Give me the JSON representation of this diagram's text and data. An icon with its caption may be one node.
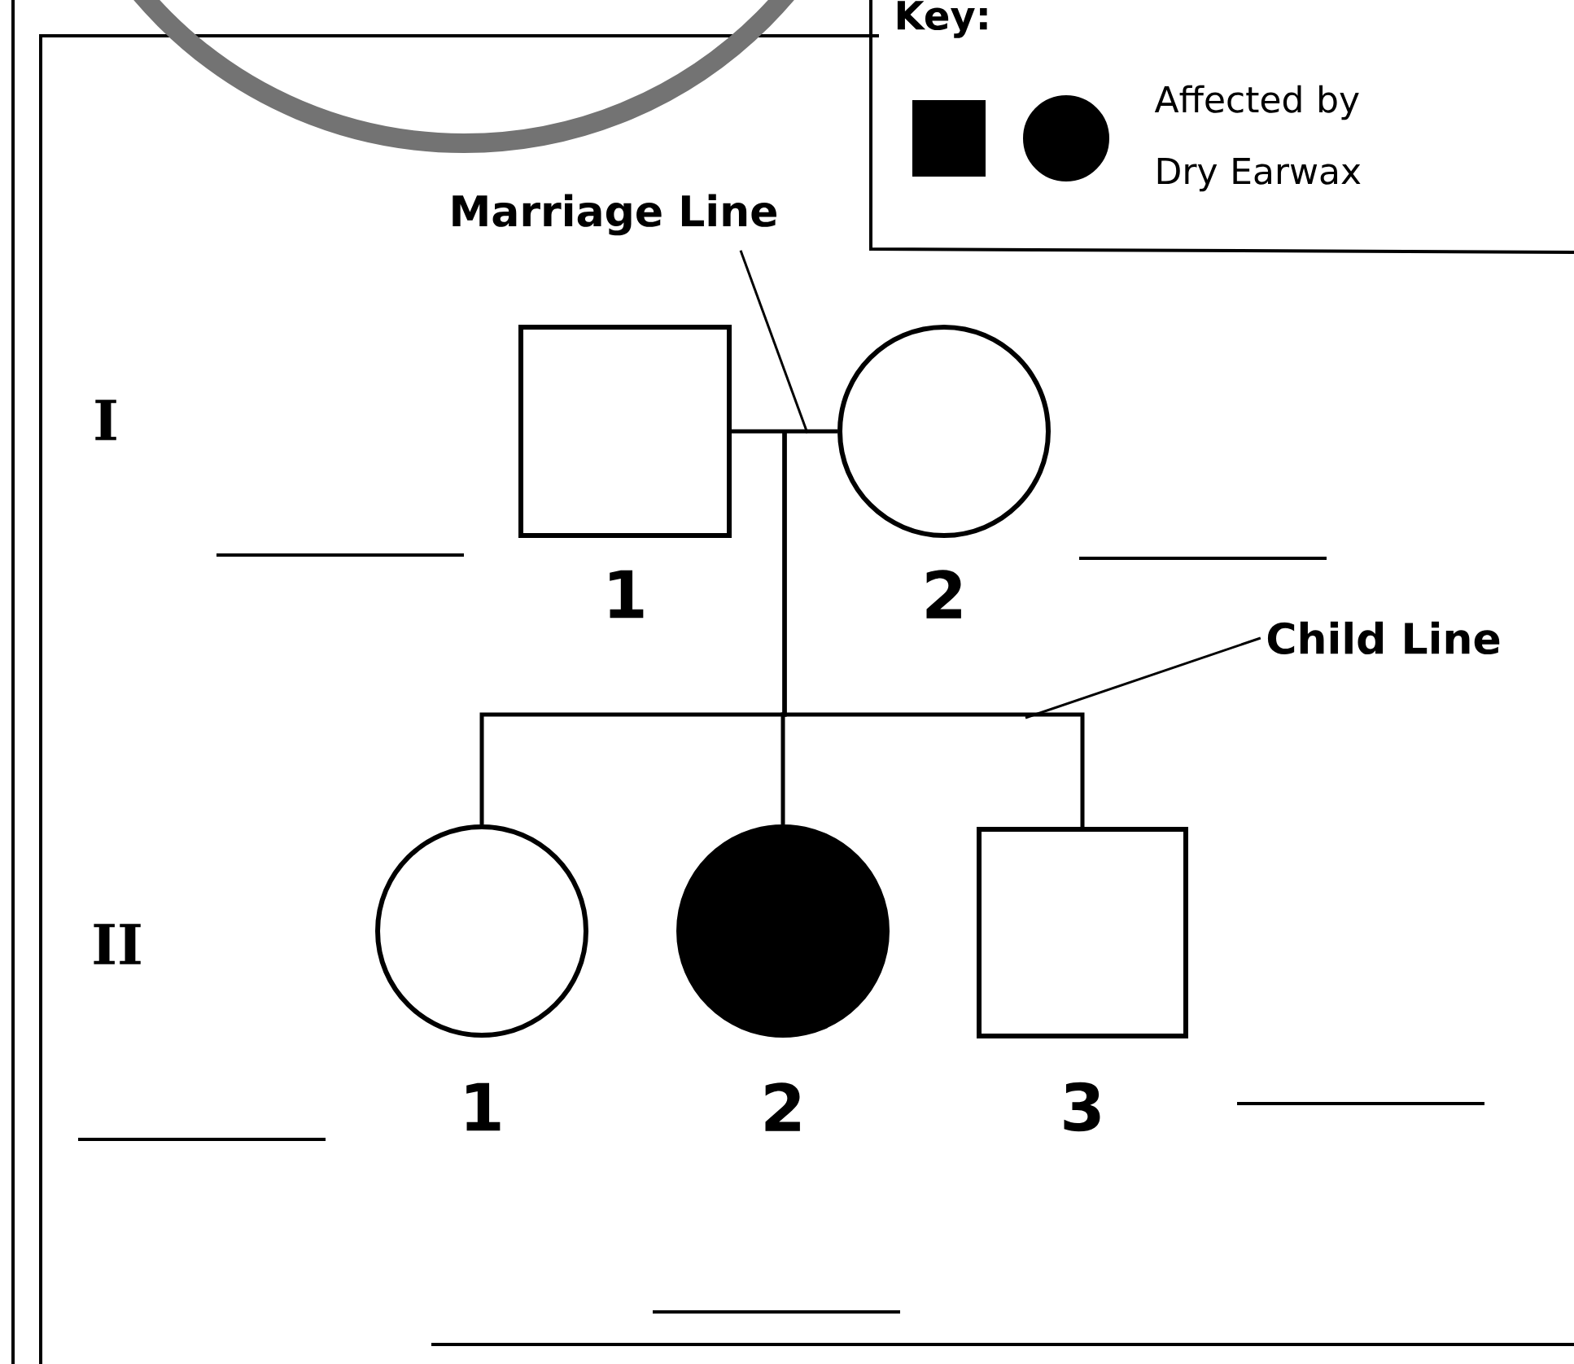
{
  "diagram": {
    "nodes": [
      {
        "text": [
          "Marriage Line"
        ]
      },
      {
        "text": [],
        "shape": "box",
        "beside": [
          "1"
        ]
      },
      {
        "text": [],
        "shape": "circle",
        "beside": [
          "2"
        ]
      },
      {
        "text": [
          "Child Line"
        ]
      },
      {
        "text": [],
        "shape": "circle",
        "beside": [
          "1"
        ]
      },
      {
        "text": [],
        "shape": "filled-circle",
        "beside": [
          "2"
        ]
      },
      {
        "text": [],
        "shape": "box",
        "beside": [
          "3"
        ]
      }
    ],
    "edges": [
      {
        "from": 1,
        "to": 2,
        "arrow": "none"
      },
      {
        "from": 0,
        "to": null,
        "arrow": "none"
      },
      {
        "from": 3,
        "to": null,
        "arrow": "none"
      },
      {
        "from": 1,
        "to": 4,
        "arrow": "none"
      },
      {
        "from": 2,
        "to": 4,
        "arrow": "none"
      },
      {
        "from": 1,
        "to": 5,
        "arrow": "none"
      },
      {
        "from": 2,
        "to": 5,
        "arrow": "none"
      },
      {
        "from": 1,
        "to": 6,
        "arrow": "none"
      },
      {
        "from": 2,
        "to": 6,
        "arrow": "none"
      }
    ],
    "labels": [
      "Key:",
      "I",
      "II"
    ],
    "legend": [
      {
        "text": "Affected by Dry Earwax"
      }
    ]
  }
}
